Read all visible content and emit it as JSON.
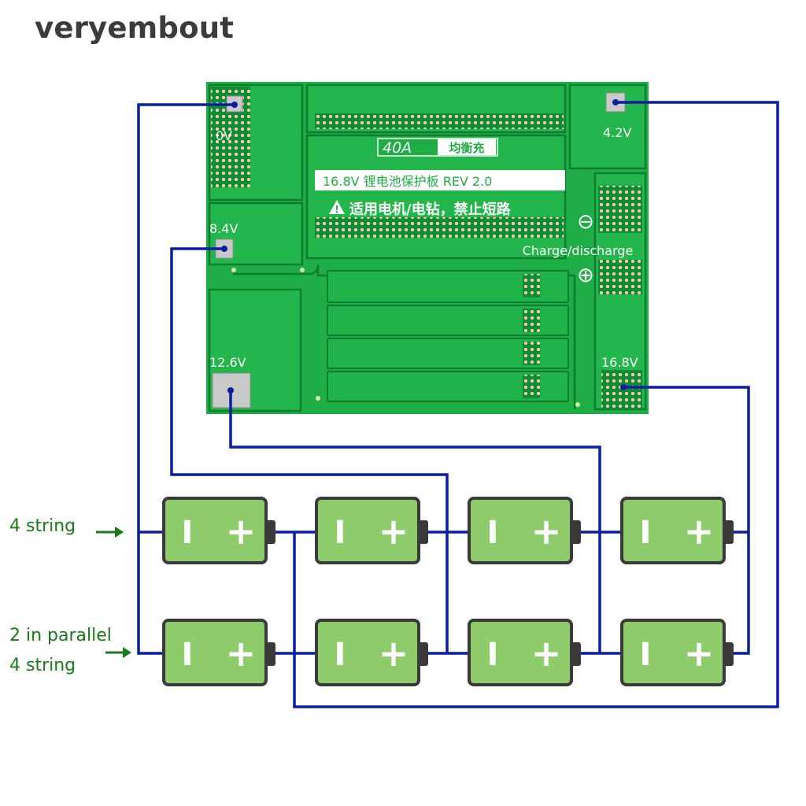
{
  "brand": "veryembout",
  "board": {
    "rating": "40A",
    "rating_chinese": "均衡充",
    "model_line": "16.8V 锂电池保护板 REV 2.0",
    "warning": "适用电机/电钻，禁止短路",
    "charge_label": "Charge/discharge",
    "minus_symbol": "⊖",
    "plus_symbol": "⊕",
    "pads": {
      "v0": "0V",
      "v42": "4.2V",
      "v84": "8.4V",
      "v126": "12.6V",
      "v168": "16.8V"
    }
  },
  "captions": {
    "row1": "4 string",
    "row2_line1": "2 in parallel",
    "row2_line2": "4 string"
  },
  "battery_terminals": {
    "negative": "I",
    "positive": "+"
  },
  "colors": {
    "wire": "#0a1e9e",
    "pcb": "#1fae46",
    "pcb_dark": "#0e7d30",
    "battery_fill": "#8ecb6a",
    "battery_outline": "#3a3a3a",
    "caption": "#1a7a1a",
    "brand": "#3b3b3b"
  }
}
